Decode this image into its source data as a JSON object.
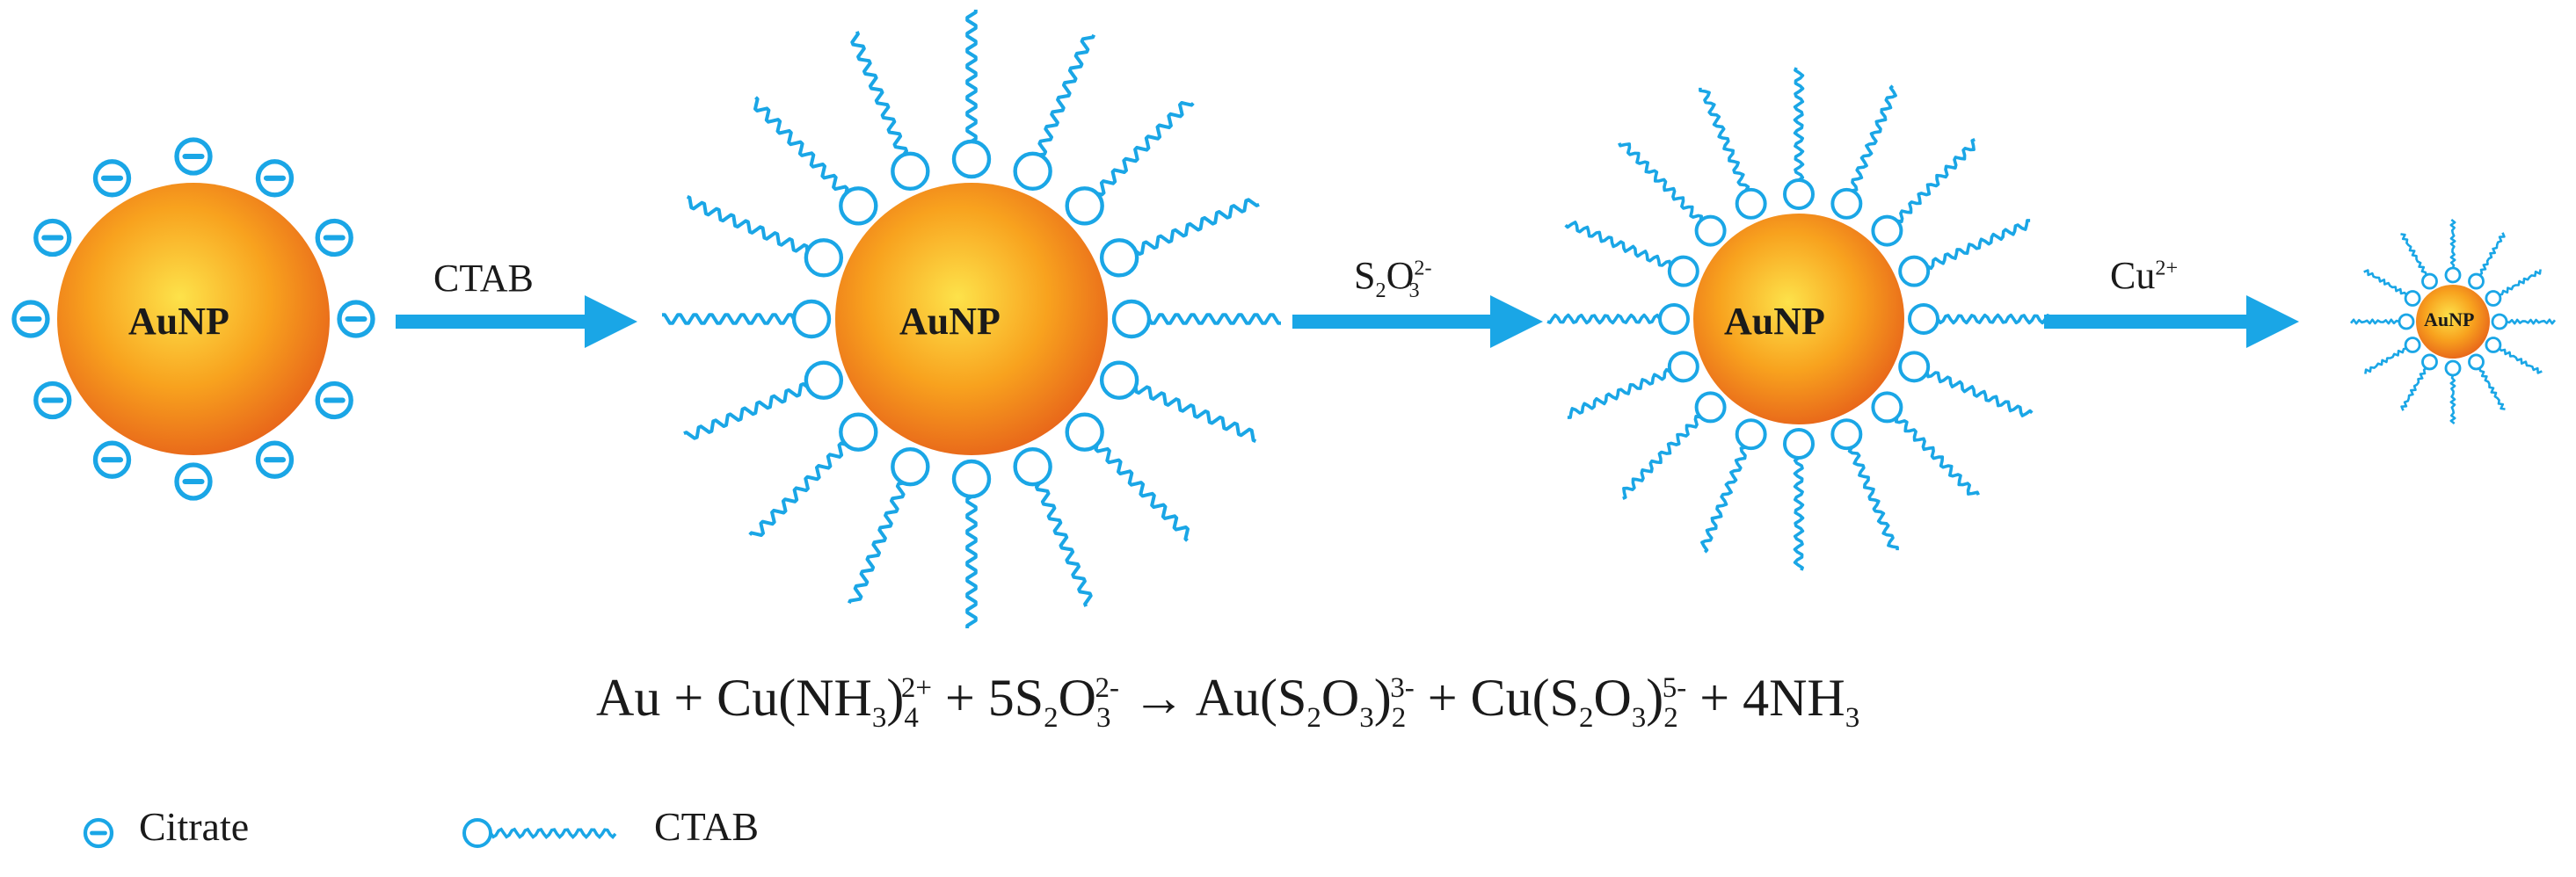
{
  "colors": {
    "accent": "#1aa6e6",
    "particle_core": "#fde24a",
    "particle_mid": "#f8a21e",
    "particle_edge": "#e8661a",
    "text": "#1a1a1a"
  },
  "particles": [
    {
      "label": "AuNP",
      "ligand": "citrate"
    },
    {
      "label": "AuNP",
      "ligand": "ctab"
    },
    {
      "label": "AuNP",
      "ligand": "ctab"
    },
    {
      "label": "AuNP",
      "ligand": "ctab"
    }
  ],
  "arrows": [
    {
      "label": "CTAB"
    },
    {
      "label_main": "S",
      "label_sub": "2",
      "label_mid": "O",
      "label_sub2": "3",
      "label_sup": "2-"
    },
    {
      "label_main": "Cu",
      "label_sup": "2+"
    }
  ],
  "equation": {
    "p1": "Au + Cu(NH",
    "s1": "3",
    "p2": ")",
    "sub_a": "4",
    "sup_a": "2+",
    "p3": " + 5S",
    "s2": "2",
    "p4": "O",
    "sub_b": "3",
    "sup_b": "2-",
    "arrow": " → ",
    "p5": "Au(S",
    "s3": "2",
    "p6": "O",
    "s4": "3",
    "p7": ")",
    "sub_c": "2",
    "sup_c": "3-",
    "p8": " + Cu(S",
    "s5": "2",
    "p9": "O",
    "s6": "3",
    "p10": ")",
    "sub_d": "2",
    "sup_d": "5-",
    "p11": " + 4NH",
    "s7": "3"
  },
  "legend": [
    {
      "icon": "citrate-icon",
      "label": "Citrate"
    },
    {
      "icon": "ctab-icon",
      "label": "CTAB"
    }
  ]
}
